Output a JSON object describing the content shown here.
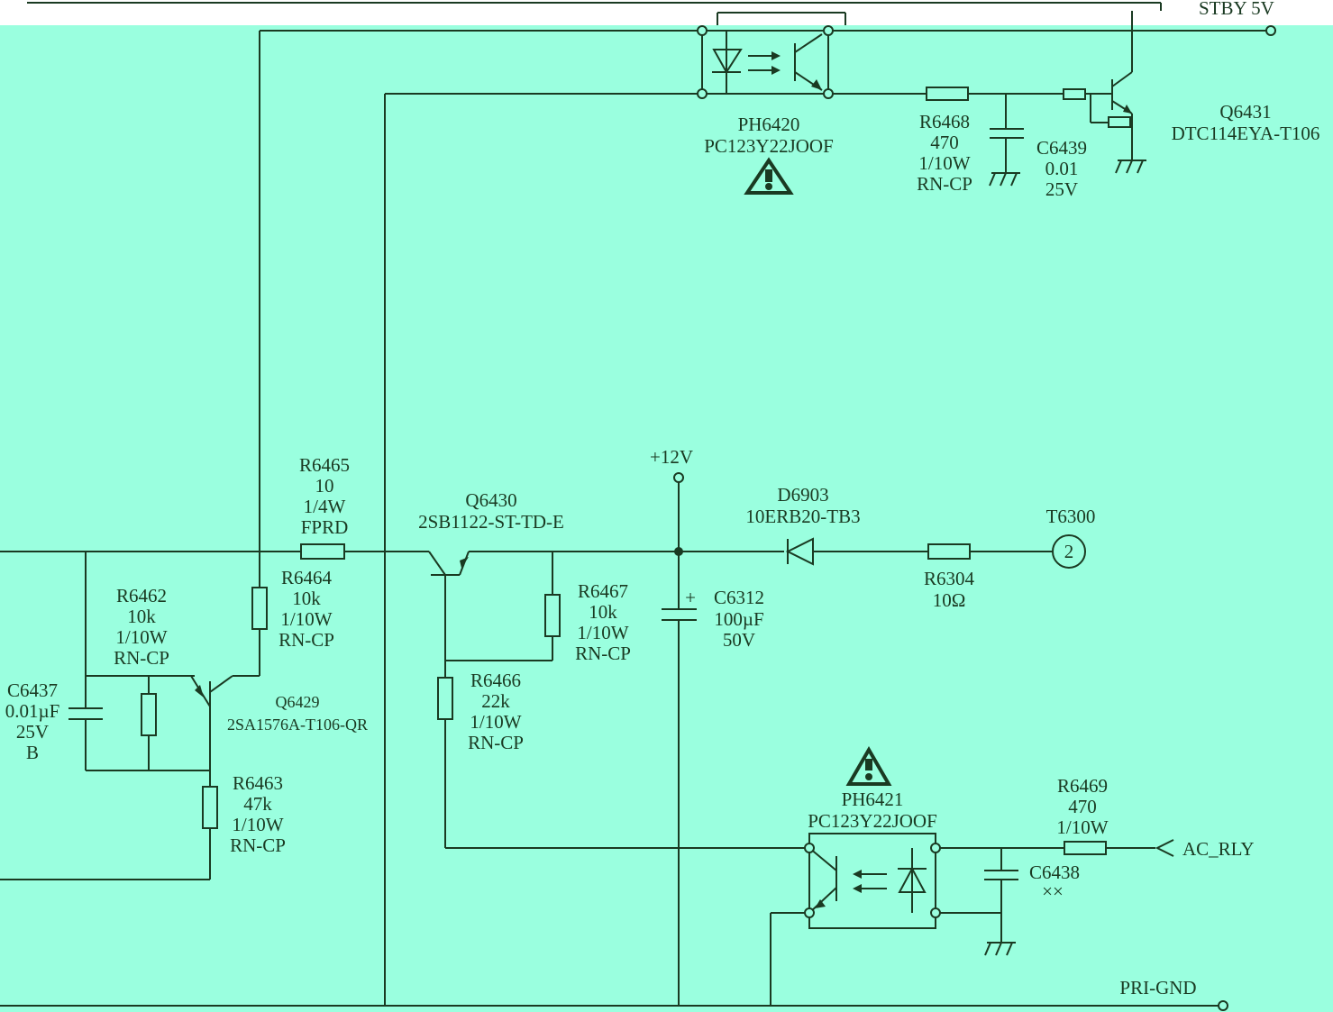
{
  "colors": {
    "background": "#9affdf",
    "ink": "#1a3a22",
    "top_band": "#ffffff"
  },
  "nets": {
    "stby": "STBY 5V",
    "plus12": "+12V",
    "pri_gnd": "PRI-GND",
    "ac_rly": "AC_RLY"
  },
  "components": {
    "ph6420": {
      "ref": "PH6420",
      "value": "PC123Y22JOOF"
    },
    "ph6421": {
      "ref": "PH6421",
      "value": "PC123Y22JOOF"
    },
    "q6431": {
      "ref": "Q6431",
      "value": "DTC114EYA-T106"
    },
    "r6468": {
      "ref": "R6468",
      "value": "470",
      "power": "1/10W",
      "type": "RN-CP"
    },
    "c6439": {
      "ref": "C6439",
      "value": "0.01",
      "voltage": "25V"
    },
    "r6465": {
      "ref": "R6465",
      "value": "10",
      "power": "1/4W",
      "type": "FPRD"
    },
    "r6464": {
      "ref": "R6464",
      "value": "10k",
      "power": "1/10W",
      "type": "RN-CP"
    },
    "r6462": {
      "ref": "R6462",
      "value": "10k",
      "power": "1/10W",
      "type": "RN-CP"
    },
    "c6437": {
      "ref": "C6437",
      "value": "0.01µF",
      "voltage": "25V",
      "type": "B"
    },
    "q6429": {
      "ref": "Q6429",
      "value": "2SA1576A-T106-QR"
    },
    "r6463": {
      "ref": "R6463",
      "value": "47k",
      "power": "1/10W",
      "type": "RN-CP"
    },
    "q6430": {
      "ref": "Q6430",
      "value": "2SB1122-ST-TD-E"
    },
    "r6467": {
      "ref": "R6467",
      "value": "10k",
      "power": "1/10W",
      "type": "RN-CP"
    },
    "r6466": {
      "ref": "R6466",
      "value": "22k",
      "power": "1/10W",
      "type": "RN-CP"
    },
    "c6312": {
      "ref": "C6312",
      "value": "100µF",
      "voltage": "50V",
      "polarity": "+"
    },
    "d6903": {
      "ref": "D6903",
      "value": "10ERB20-TB3"
    },
    "r6304": {
      "ref": "R6304",
      "value": "10Ω"
    },
    "t6300": {
      "ref": "T6300",
      "pin": "2"
    },
    "r6469": {
      "ref": "R6469",
      "value": "470",
      "power": "1/10W"
    },
    "c6438": {
      "ref": "C6438",
      "value": "××"
    }
  },
  "warning_icons": [
    "warning-triangle-icon",
    "warning-triangle-icon"
  ]
}
